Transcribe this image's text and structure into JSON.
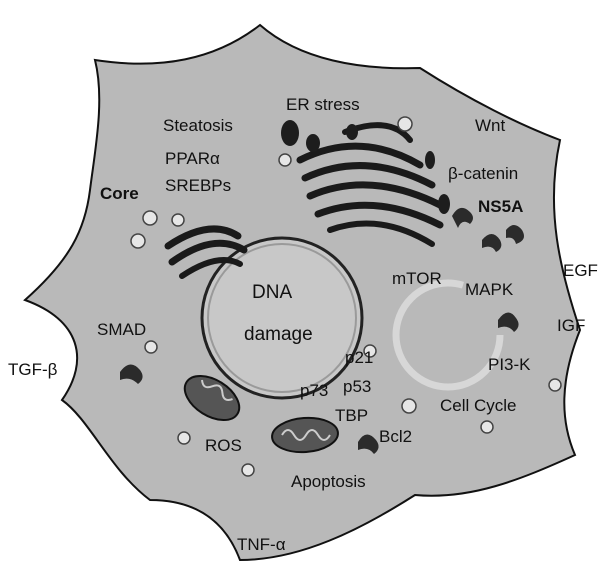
{
  "labels": {
    "er_stress": "ER stress",
    "wnt": "Wnt",
    "steatosis": "Steatosis",
    "ppar": "PPARα",
    "srebps": "SREBPs",
    "beta_catenin": "β-catenin",
    "core": "Core",
    "ns5a": "NS5A",
    "dna_line1": "DNA",
    "dna_line2": "damage",
    "mtor": "mTOR",
    "mapk": "MAPK",
    "egf": "EGF",
    "smad": "SMAD",
    "igf": "IGF",
    "tgf_beta": "TGF-β",
    "p21": "p21",
    "pi3k": "PI3-K",
    "p73": "p73",
    "p53": "p53",
    "cell_cycle": "Cell Cycle",
    "tbp": "TBP",
    "bcl2": "Bcl2",
    "ros": "ROS",
    "apoptosis": "Apoptosis",
    "tnf_alpha": "TNF-α"
  },
  "colors": {
    "cell_fill": "#b9b9b9",
    "nucleus_fill": "#c9c9c9",
    "organelle_dark": "#2a2a2a",
    "outline": "#111111"
  }
}
